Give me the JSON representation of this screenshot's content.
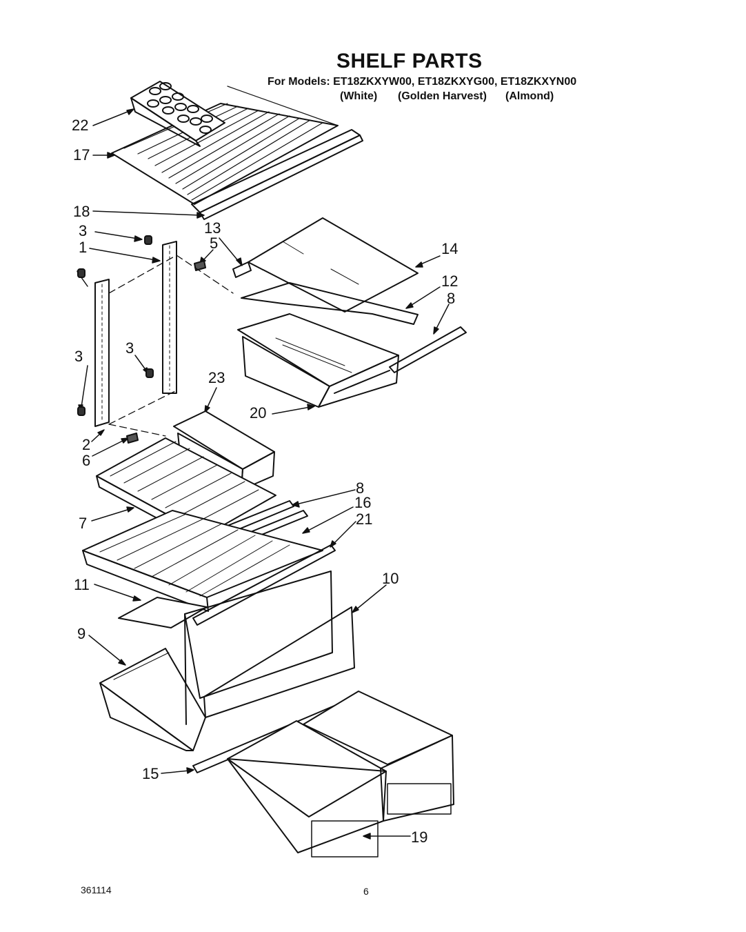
{
  "header": {
    "title": "SHELF PARTS",
    "models_line": "For Models: ET18ZKXYW00, ET18ZKXYG00, ET18ZKXYN00",
    "colors": [
      "(White)",
      "(Golden Harvest)",
      "(Almond)"
    ]
  },
  "callouts": {
    "c22": "22",
    "c17": "17",
    "c18": "18",
    "c13": "13",
    "c3a": "3",
    "c5": "5",
    "c1": "1",
    "c14": "14",
    "c12": "12",
    "c8a": "8",
    "c3b": "3",
    "c3c": "3",
    "c23": "23",
    "c20": "20",
    "c2": "2",
    "c6": "6",
    "c8b": "8",
    "c16": "16",
    "c7": "7",
    "c21": "21",
    "c11": "11",
    "c10": "10",
    "c9": "9",
    "c15": "15",
    "c19": "19"
  },
  "footer": {
    "doc_number": "361114",
    "page_number": "6"
  }
}
